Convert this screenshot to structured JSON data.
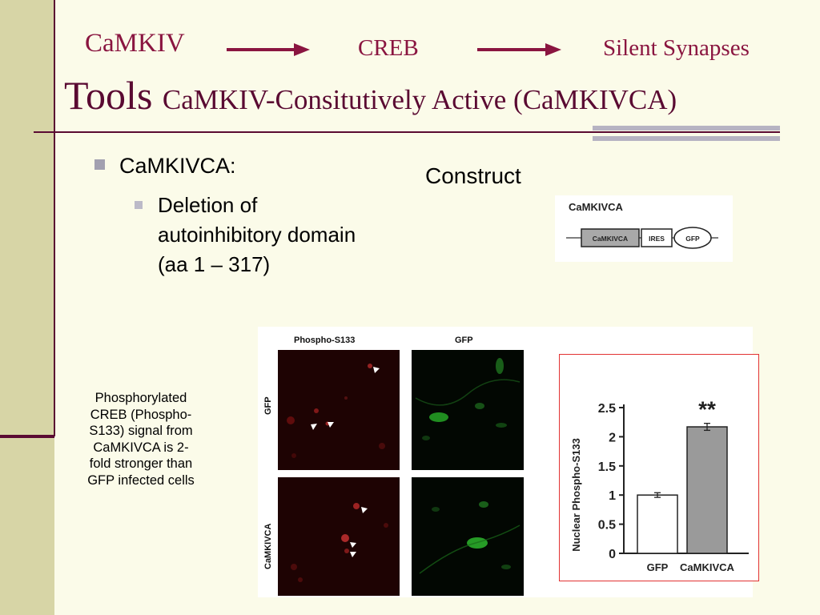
{
  "header": {
    "pathway": [
      "CaMKIV",
      "CREB",
      "Silent Synapses"
    ],
    "tools_word": "Tools",
    "tools_subtitle": "CaMKIV-Consitutively Active (CaMKIVCA)"
  },
  "bullets": {
    "level1": "CaMKIVCA:",
    "level2_lines": [
      "Deletion of",
      "autoinhibitory domain",
      "(aa 1 – 317)"
    ]
  },
  "construct": {
    "heading": "Construct",
    "box_title": "CaMKIVCA",
    "segments": [
      "CaMKIVCA",
      "IRES",
      "GFP"
    ]
  },
  "caption_lines": [
    "Phosphorylated",
    "CREB (Phospho-",
    "S133) signal from",
    "CaMKIVCA is 2-",
    "fold stronger than",
    "GFP infected cells"
  ],
  "figure": {
    "column_labels": [
      "Phospho-S133",
      "GFP"
    ],
    "row_labels": [
      "GFP",
      "CaMKIVCA"
    ]
  },
  "colors": {
    "title": "#8a1540",
    "accent": "#5a0a32",
    "band": "#d7d5a6",
    "background": "#fbfbe9"
  },
  "chart_data": {
    "type": "bar",
    "categories": [
      "GFP",
      "CaMKIVCA"
    ],
    "values": [
      1.0,
      2.17
    ],
    "errors": [
      0.04,
      0.06
    ],
    "ylabel": "Nuclear Phospho-S133",
    "ylim": [
      0,
      2.5
    ],
    "yticks": [
      "0",
      "0.5",
      "1",
      "1.5",
      "2",
      "2.5"
    ],
    "annotation": "**",
    "bar_colors": [
      "#ffffff",
      "#9a9a9a"
    ]
  }
}
